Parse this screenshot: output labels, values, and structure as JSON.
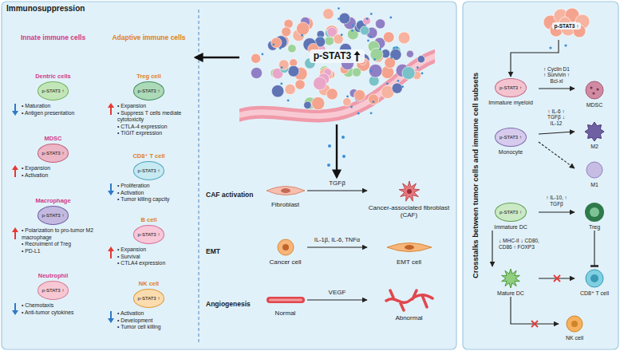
{
  "diagram": {
    "nodes": [
      {
        "text": [
          "Immunosuppression"
        ]
      },
      {
        "text": [
          "Innate immune cells"
        ],
        "in": 0
      },
      {
        "text": [
          "Dentric cells",
          "p-STAT3 ↑",
          "• Maturation",
          "• Antigen presentation"
        ],
        "in": 1
      },
      {
        "text": [
          "MDSC",
          "p-STAT3 ↑",
          "• Expansion",
          "• Activation"
        ],
        "in": 1
      },
      {
        "text": [
          "Macrophage",
          "p-STAT3 ↑",
          "• Polarization to pro-tumor M2 macrophage",
          "• Recruiment of Treg",
          "• PD-L1"
        ],
        "in": 1
      },
      {
        "text": [
          "Neutrophil",
          "p-STAT3 ↑",
          "• Chemotaxis",
          "• Anti-tumor cytokines"
        ],
        "in": 1
      },
      {
        "text": [
          "Adaptive immune cells"
        ],
        "in": 0
      },
      {
        "text": [
          "Treg cell",
          "p-STAT3 ↑",
          "• Expansion",
          "• Suppress T cells mediate cytotoxicity",
          "• CTLA-4 expression",
          "• TIGIT expression"
        ],
        "in": 6
      },
      {
        "text": [
          "CD8⁺ T cell",
          "p-STAT3 ↑",
          "• Proliferation",
          "• Activation",
          "• Tumor killing capcity"
        ],
        "in": 6
      },
      {
        "text": [
          "B cell",
          "p-STAT3 ↑",
          "• Expansion",
          "• Survival",
          "• CTLA4 expression"
        ],
        "in": 6
      },
      {
        "text": [
          "NK cell",
          "p-STAT3 ↑",
          "• Activation",
          "• Development",
          "• Tumor cell killing"
        ],
        "in": 6
      },
      {
        "text": [
          "p-STAT3"
        ],
        "in": 0
      },
      {
        "text": [
          "CAF activation"
        ],
        "in": 0
      },
      {
        "text": [
          "Fibroblast"
        ],
        "in": 12
      },
      {
        "text": [
          "Cancer-associated fibroblast (CAF)"
        ],
        "in": 12
      },
      {
        "text": [
          "EMT"
        ],
        "in": 0
      },
      {
        "text": [
          "Cancer cell"
        ],
        "in": 15
      },
      {
        "text": [
          "EMT cell"
        ],
        "in": 15
      },
      {
        "text": [
          "Angiogenesis"
        ],
        "in": 0
      },
      {
        "text": [
          "Normal"
        ],
        "in": 18
      },
      {
        "text": [
          "Abnormal"
        ],
        "in": 18
      },
      {
        "text": [
          "Crosstalks between tumor cells and immune cell subsets"
        ]
      },
      {
        "text": [
          "p-STAT3 ↑"
        ],
        "in": 21
      },
      {
        "text": [
          "p-STAT3 ↑",
          "Immature myeloid"
        ],
        "in": 21
      },
      {
        "text": [
          "MDSC"
        ],
        "in": 21
      },
      {
        "text": [
          "p-STAT3 ↑",
          "Monocyte"
        ],
        "in": 21
      },
      {
        "text": [
          "M2"
        ],
        "in": 21
      },
      {
        "text": [
          "M1"
        ],
        "in": 21
      },
      {
        "text": [
          "p-STAT3 ↑",
          "Immature DC"
        ],
        "in": 21
      },
      {
        "text": [
          "Treg"
        ],
        "in": 21
      },
      {
        "text": [
          "Mature DC"
        ],
        "in": 21
      },
      {
        "text": [
          "CD8⁺ T cell"
        ],
        "in": 21
      },
      {
        "text": [
          "NK cell"
        ],
        "in": 21
      }
    ],
    "edges": [
      {
        "from": 11,
        "to": 6,
        "arrow": "to"
      },
      {
        "from": 11,
        "to": 12,
        "arrow": "to"
      },
      {
        "from": 13,
        "to": 14,
        "label": "TGFβ",
        "arrow": "to"
      },
      {
        "from": 16,
        "to": 17,
        "label": "IL-1β, IL-6, TNFα",
        "arrow": "to"
      },
      {
        "from": 19,
        "to": 20,
        "label": "VEGF",
        "arrow": "to"
      },
      {
        "from": 22,
        "to": 23,
        "arrow": "to"
      },
      {
        "from": 23,
        "to": 24,
        "label": "↑ Cyclin D1 ↑ Survivin ↑ Bcl-xl",
        "arrow": "to"
      },
      {
        "from": 25,
        "to": 26,
        "label": "↑ IL-6 ↑ TGFβ ↓ IL-12",
        "arrow": "to"
      },
      {
        "from": 25,
        "to": 27,
        "arrow": "to"
      },
      {
        "from": 28,
        "to": 29,
        "label": "↑ IL-10, ↑ TGFβ",
        "arrow": "to"
      },
      {
        "from": 28,
        "to": 30,
        "label": "↓ MHC-II ↓ CD80, CD86 ↑ FOXP3",
        "arrow": "to"
      },
      {
        "from": 29,
        "to": 31,
        "arrow": "to"
      },
      {
        "from": 30,
        "to": 31,
        "arrow": "to"
      },
      {
        "from": 30,
        "to": 32,
        "arrow": "to"
      }
    ]
  }
}
